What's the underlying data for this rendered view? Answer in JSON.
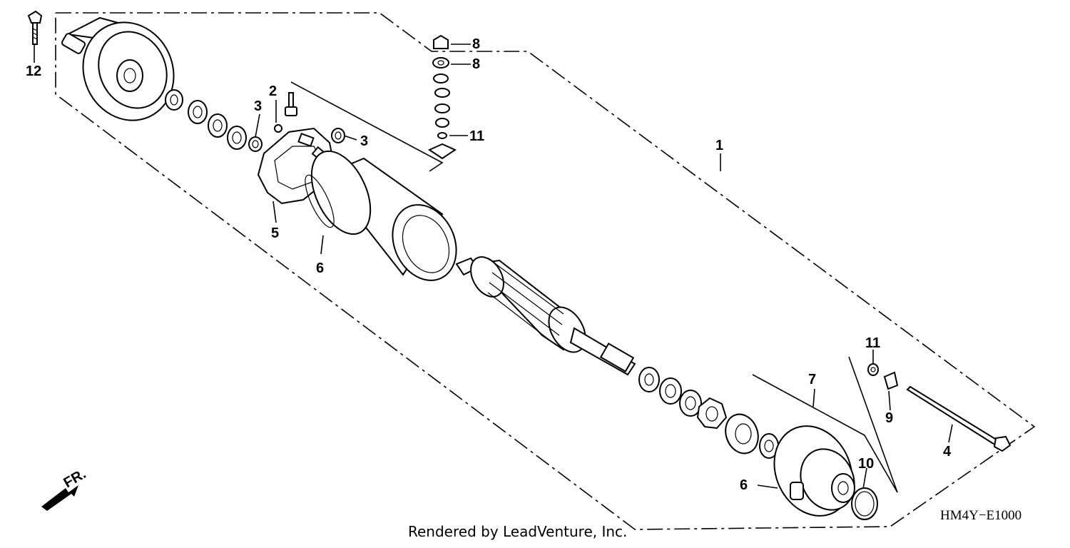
{
  "diagram": {
    "callouts": {
      "c1": "1",
      "c2": "2",
      "c3a": "3",
      "c3b": "3",
      "c4": "4",
      "c5": "5",
      "c6a": "6",
      "c6b": "6",
      "c7": "7",
      "c8a": "8",
      "c8b": "8",
      "c9": "9",
      "c10": "10",
      "c11a": "11",
      "c11b": "11",
      "c12": "12"
    },
    "diagram_code": "HM4Y−E1000",
    "direction_label": "FR.",
    "credit": "Rendered by LeadVenture, Inc."
  }
}
